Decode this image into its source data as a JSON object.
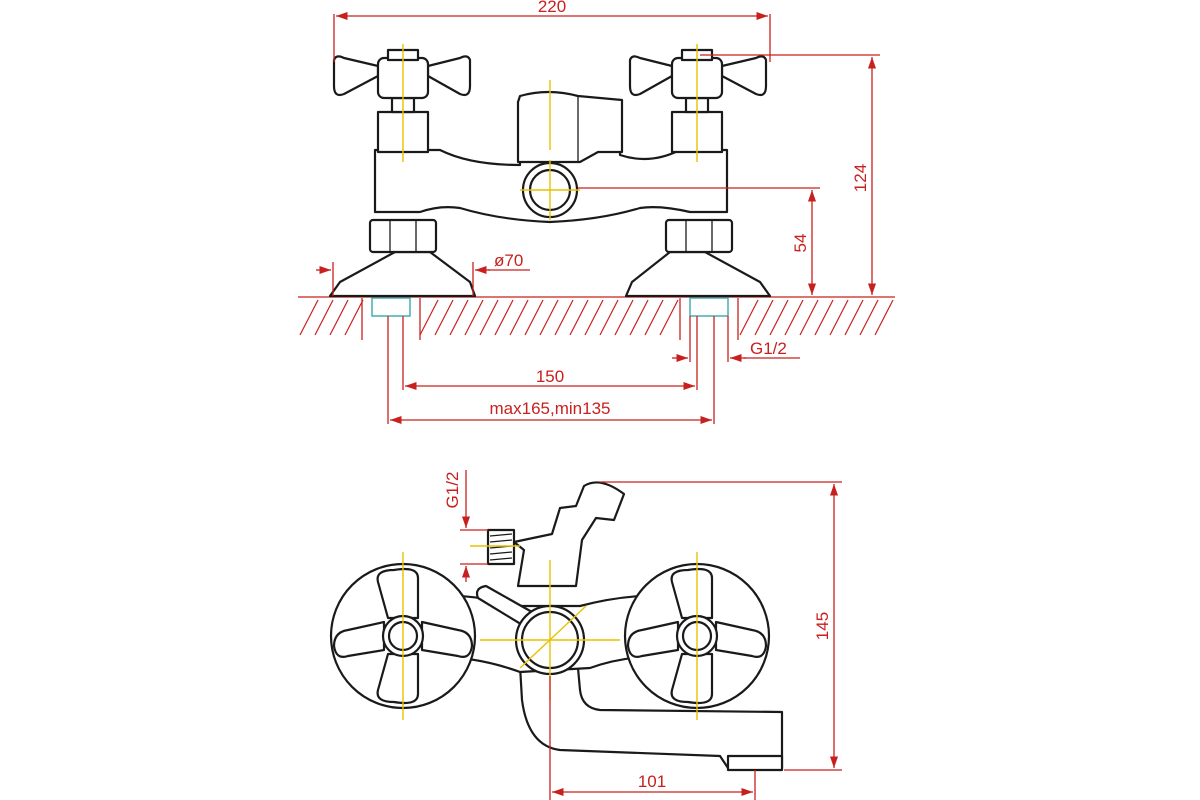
{
  "dimensions": {
    "width_total": "220",
    "height_total": "124",
    "inlet_height": "54",
    "flange_diameter": "ø70",
    "inlet_thread": "G1/2",
    "center_distance": "150",
    "adjust_range": "max165,min135",
    "shower_thread": "G1/2",
    "side_height": "145",
    "spout_reach": "101"
  },
  "colors": {
    "outline": "#1a1a1a",
    "dimension": "#c8201e",
    "centerline": "#e8c200",
    "pipe": "#3aa9a9"
  }
}
